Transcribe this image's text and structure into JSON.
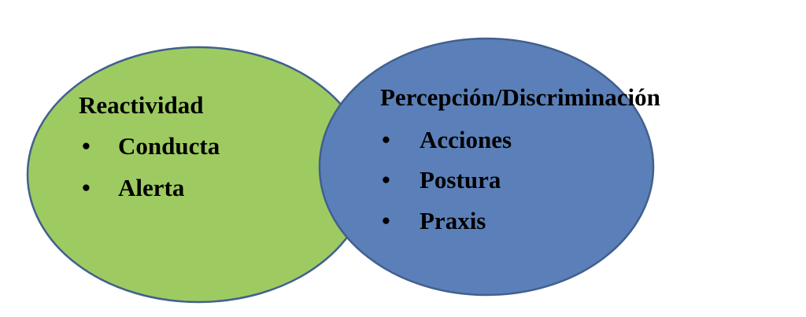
{
  "colors": {
    "green": "#9ECB61",
    "blue": "#5B80B9",
    "stroke": "#41608E"
  },
  "left": {
    "title": "Reactividad",
    "items": [
      "Conducta",
      "Alerta"
    ]
  },
  "right": {
    "title": "Percepción/Discriminación",
    "items": [
      "Acciones",
      "Postura",
      "Praxis"
    ]
  },
  "bullet": "•"
}
